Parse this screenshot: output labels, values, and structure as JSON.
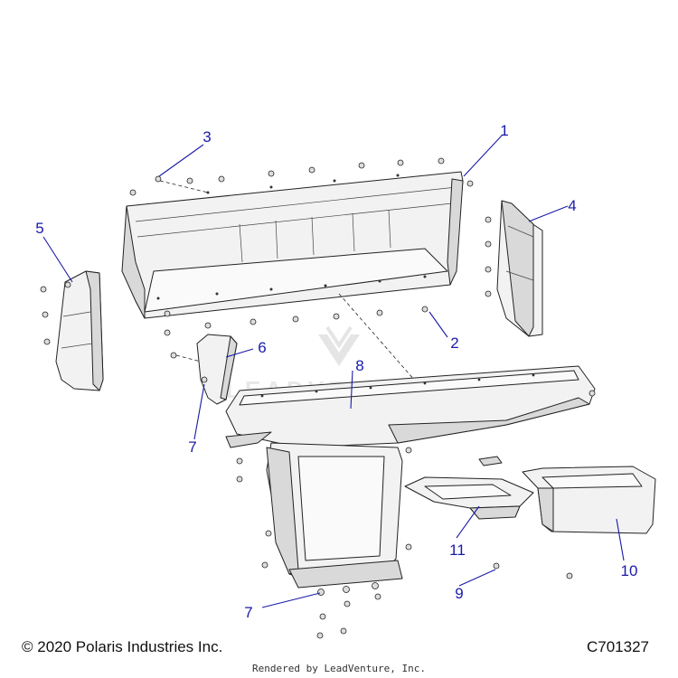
{
  "diagram": {
    "callouts": [
      {
        "id": "1",
        "label": "1"
      },
      {
        "id": "2",
        "label": "2"
      },
      {
        "id": "3",
        "label": "3"
      },
      {
        "id": "4",
        "label": "4"
      },
      {
        "id": "5",
        "label": "5"
      },
      {
        "id": "6",
        "label": "6"
      },
      {
        "id": "7a",
        "label": "7"
      },
      {
        "id": "7b",
        "label": "7"
      },
      {
        "id": "8",
        "label": "8"
      },
      {
        "id": "9",
        "label": "9"
      },
      {
        "id": "10",
        "label": "10"
      },
      {
        "id": "11",
        "label": "11"
      }
    ],
    "watermark": "LEADVENTURE"
  },
  "footer": {
    "copyright": "© 2020 Polaris Industries Inc.",
    "diagram_number": "C701327",
    "rendered_by": "Rendered by LeadVenture, Inc."
  },
  "colors": {
    "callout": "#1a1aa8",
    "line": "#222222",
    "part_fill": "#f2f2f2"
  }
}
